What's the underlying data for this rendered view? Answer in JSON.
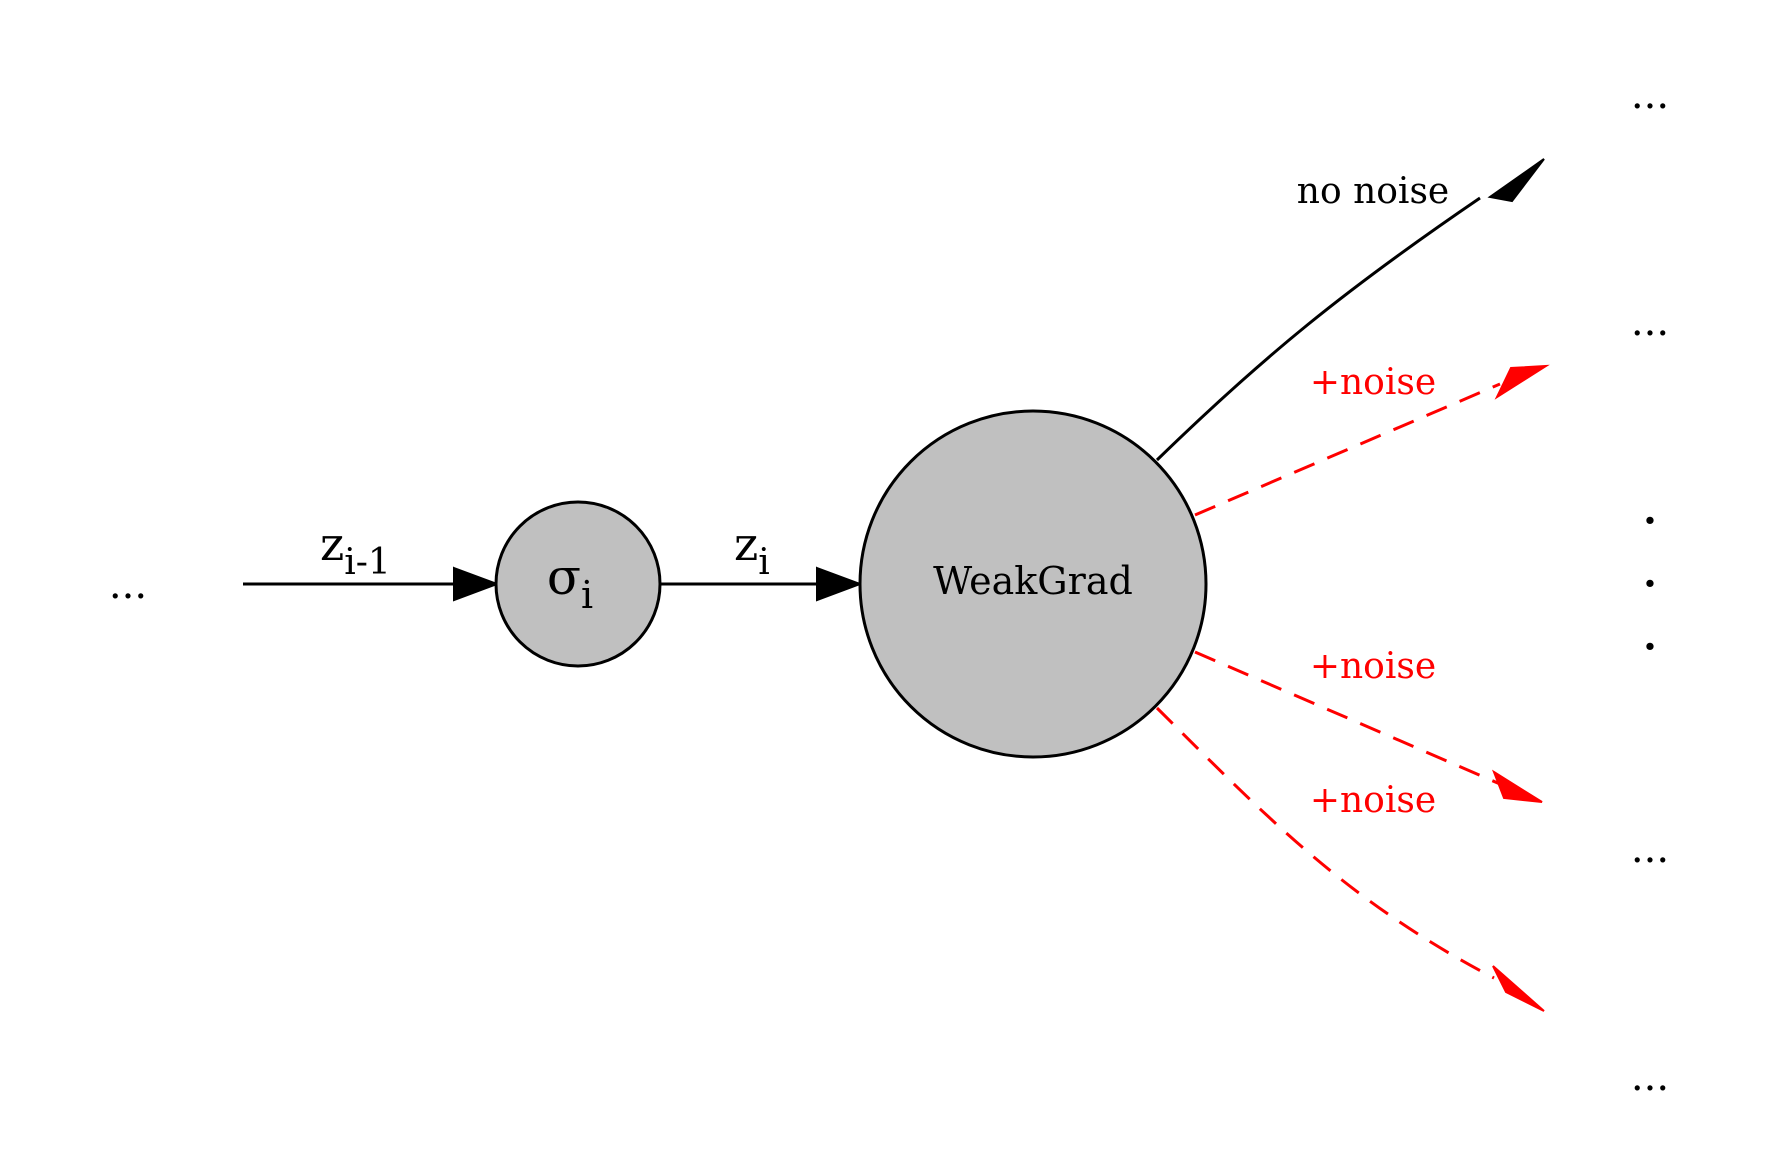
{
  "colors": {
    "node_fill": "#c0c0c0",
    "stroke": "#000000",
    "noise": "#ff0000"
  },
  "nodes": {
    "input_ellipsis": "...",
    "sigma_main": "σ",
    "sigma_sub": "i",
    "weakgrad": "WeakGrad",
    "out_top": "...",
    "out_second": "...",
    "out_vertical_dots": [
      "·",
      "·",
      "·"
    ],
    "out_fourth": "...",
    "out_bottom": "..."
  },
  "edges": {
    "z_prev_main": "z",
    "z_prev_sub": "i-1",
    "z_main": "z",
    "z_sub": "i",
    "no_noise": "no noise",
    "noise_a": "+noise",
    "noise_b": "+noise",
    "noise_c": "+noise"
  }
}
